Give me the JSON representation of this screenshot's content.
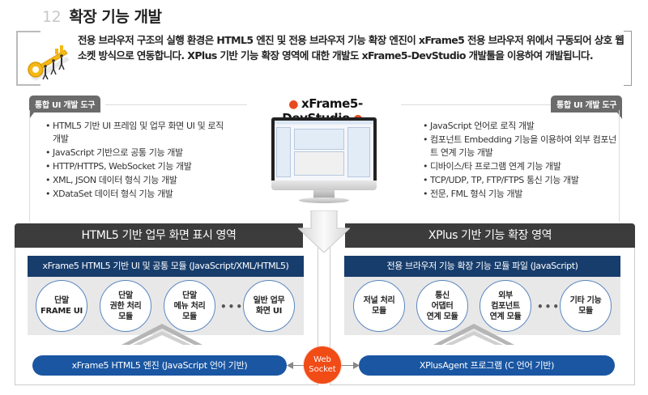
{
  "header": {
    "number": "12",
    "title": "확장 기능 개발"
  },
  "intro": {
    "icon": "key-icon",
    "text": "전용 브라우저 구조의 실행 환경은 HTML5 엔진 및 전용 브라우저 기능 확장 엔진이 xFrame5 전용 브라우저 위에서 구동되어 상호 웹소켓 방식으로 연동합니다. XPlus 기반 기능 확장 영역에 대한 개발도 xFrame5-DevStudio 개발툴을 이용하여 개발됩니다."
  },
  "devstudio": {
    "title": "xFrame5-DevStudio",
    "dot_color": "#e84a1f",
    "left_tag": "통합 UI 개발 도구",
    "right_tag": "통합 UI 개발 도구",
    "left_items": [
      "HTML5 기반 UI 프레임 및 업무 화면 UI 및 로직 개발",
      "JavaScript 기반으로 공통 기능 개발",
      "HTTP/HTTPS, WebSocket 기능 개발",
      "XML, JSON 데이터 형식 기능 개발",
      "XDataSet 데이터 형식 기능 개발"
    ],
    "right_items": [
      "JavaScript 언어로 로직 개발",
      "컴포넌트 Embedding 기능을 이용하여 외부 컴포넌트 연계 기능 개발",
      "디바이스/타 프로그램 연계 기능 개발",
      "TCP/UDP, TP, FTP/FTPS 통신 기능 개발",
      "전문, FML 형식 기능 개발"
    ]
  },
  "left_region": {
    "header": "HTML5 기반 업무 화면 표시 영역",
    "module_bar": "xFrame5 HTML5 기반 UI 및 공통 모듈 (JavaScript/XML/HTML5)",
    "modules": [
      "단말\nFRAME UI",
      "단말\n권한 처리\n모듈",
      "단말\n메뉴 처리\n모듈",
      "일반 업무\n화면 UI"
    ],
    "ellipsis": "•••",
    "engine": "xFrame5 HTML5 엔진 (JavaScript 언어 기반)"
  },
  "right_region": {
    "header": "XPlus 기반 기능 확장 영역",
    "module_bar": "전용 브라우저 기능 확장 기능 모듈 파일 (JavaScript)",
    "modules": [
      "저널 처리\n모듈",
      "통신\n어댑터\n연계 모듈",
      "외부\n컴포넌트\n연계 모듈",
      "기타 기능\n모듈"
    ],
    "ellipsis": "•••",
    "engine": "XPlusAgent 프로그램 (C 언어 기반)"
  },
  "websocket": {
    "label": "Web\nSocket",
    "color": "#f14b16"
  },
  "colors": {
    "navy": "#173d6d",
    "engine_blue": "#1a56a2",
    "dark_header": "#3c3c3c",
    "circle_border": "#5b87c0"
  }
}
